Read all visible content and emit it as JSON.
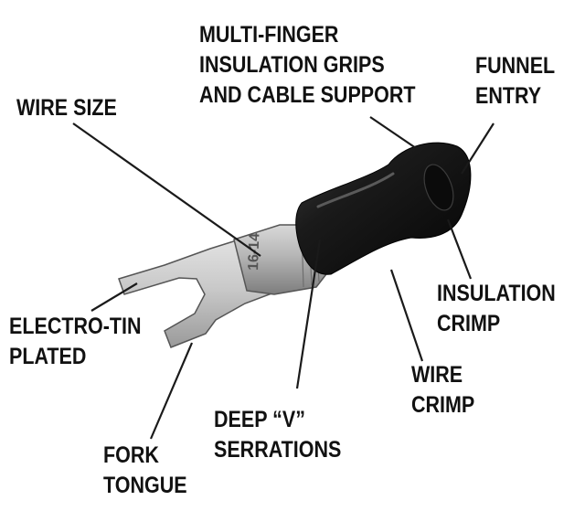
{
  "labels": {
    "multi_finger": [
      "MULTI-FINGER",
      "INSULATION GRIPS",
      "AND CABLE SUPPORT"
    ],
    "funnel_entry": [
      "FUNNEL",
      "ENTRY"
    ],
    "wire_size": [
      "WIRE SIZE"
    ],
    "electro_tin": [
      "ELECTRO-TIN",
      "PLATED"
    ],
    "insulation_crimp": [
      "INSULATION",
      "CRIMP"
    ],
    "wire_crimp": [
      "WIRE",
      "CRIMP"
    ],
    "deep_v": [
      "DEEP “V”",
      "SERRATIONS"
    ],
    "fork_tongue": [
      "FORK",
      "TONGUE"
    ]
  },
  "stamp_text": "16-14",
  "colors": {
    "text": "#111111",
    "leader": "#1a1a1a",
    "insulation": "#141414",
    "metal": "#c9c9c9"
  }
}
